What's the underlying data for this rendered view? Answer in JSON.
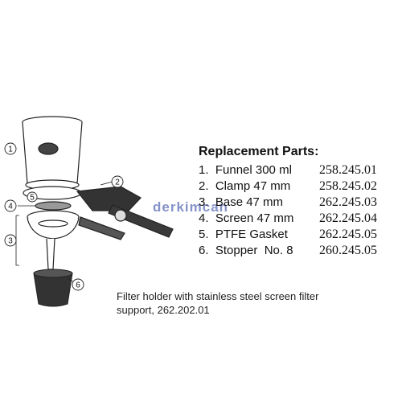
{
  "parts": {
    "title": "Replacement Parts:",
    "items": [
      {
        "label": "1.  Funnel 300 ml",
        "code": "258.245.01"
      },
      {
        "label": "2.  Clamp 47 mm",
        "code": "258.245.02"
      },
      {
        "label": "3.  Base 47 mm",
        "code": "262.245.03"
      },
      {
        "label": "4.  Screen 47 mm",
        "code": "262.245.04"
      },
      {
        "label": "5.  PTFE Gasket",
        "code": "262.245.05"
      },
      {
        "label": "6.  Stopper  No. 8",
        "code": "260.245.05"
      }
    ]
  },
  "caption": "Filter holder with stainless steel screen filter support, 262.202.01",
  "callouts": [
    "1",
    "2",
    "3",
    "4",
    "5",
    "6"
  ],
  "watermark": "derkimcan"
}
